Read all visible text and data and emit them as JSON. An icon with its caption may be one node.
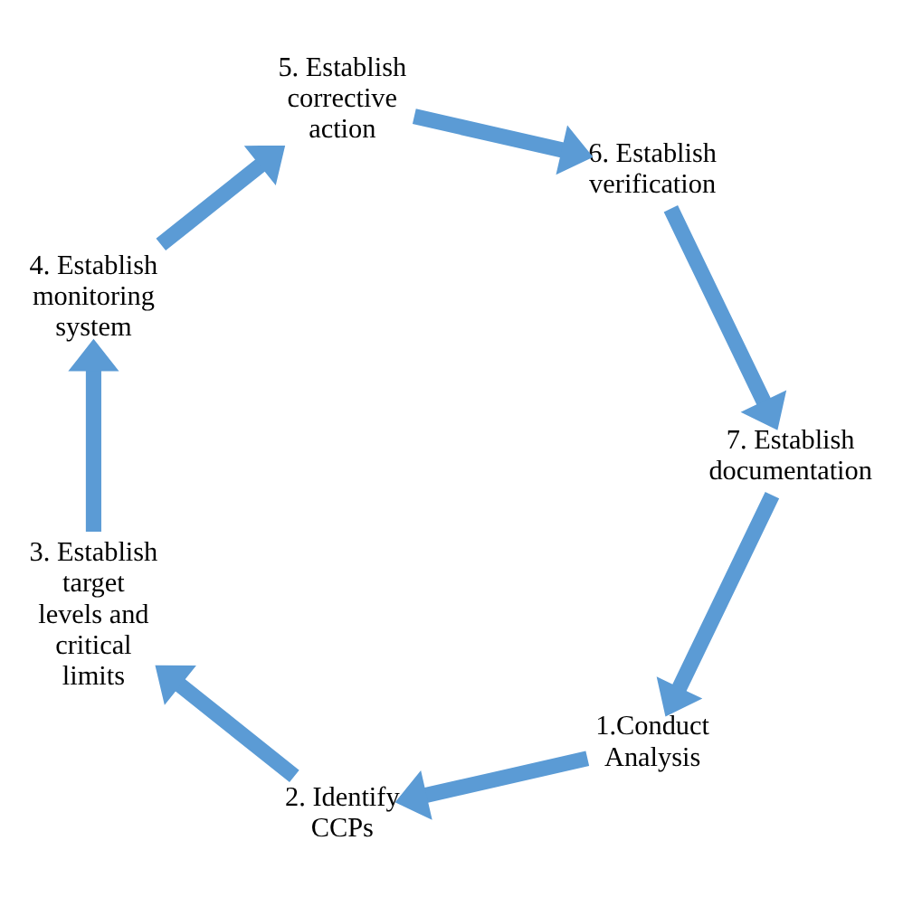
{
  "diagram": {
    "nodes": [
      {
        "text": [
          "1.Conduct Analysis"
        ]
      },
      {
        "text": [
          "2. Identify CCPs"
        ]
      },
      {
        "text": [
          "3. Establish target levels and critical limits"
        ]
      },
      {
        "text": [
          "4. Establish monitoring system"
        ]
      },
      {
        "text": [
          "5. Establish corrective action"
        ]
      },
      {
        "text": [
          "6. Establish verification"
        ]
      },
      {
        "text": [
          "7. Establish documentation"
        ]
      }
    ],
    "edges": [
      {
        "from": 0,
        "to": 1,
        "arrow": "to"
      },
      {
        "from": 1,
        "to": 2,
        "arrow": "to"
      },
      {
        "from": 2,
        "to": 3,
        "arrow": "to"
      },
      {
        "from": 3,
        "to": 4,
        "arrow": "to"
      },
      {
        "from": 4,
        "to": 5,
        "arrow": "to"
      },
      {
        "from": 5,
        "to": 6,
        "arrow": "to"
      },
      {
        "from": 6,
        "to": 0,
        "arrow": "to"
      }
    ]
  }
}
